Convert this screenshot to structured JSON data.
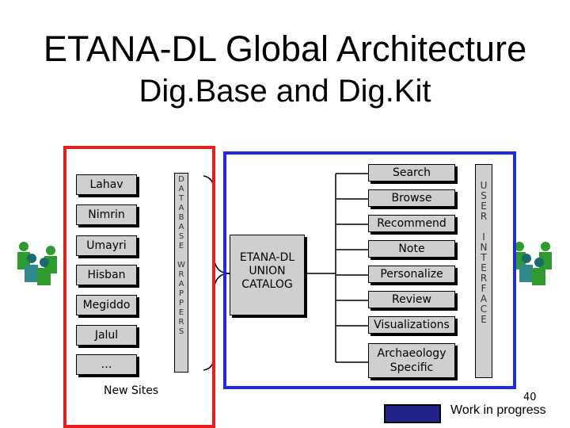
{
  "title": "ETANA-DL  Global Architecture",
  "subtitle": "Dig.Base and Dig.Kit",
  "sites": [
    "Lahav",
    "Nimrin",
    "Umayri",
    "Hisban",
    "Megiddo",
    "Jalul",
    "…"
  ],
  "new_sites_label": "New Sites",
  "data_wrappers": "D\nA\nT\nA\nB\nA\nS\nE\n\nW\nR\nA\nP\nP\nE\nR\nS",
  "union_catalog": "ETANA-DL\nUNION\nCATALOG",
  "functions": [
    "Search",
    "Browse",
    "Recommend",
    "Note",
    "Personalize",
    "Review",
    "Visualizations",
    "Archaeology Specific"
  ],
  "user_interface": "U\nS\nE\nR\n\nI\nN\nT\nE\nR\nF\nA\nC\nE",
  "page_number": "40",
  "legend_label": "Work in progress",
  "colors": {
    "red_frame": "#e61e1e",
    "blue_frame": "#1e28e6",
    "box_fill": "#cfcfcf",
    "legend_box": "#222288",
    "person_green": "#2e9b2e",
    "person_teal": "#2e8a8a"
  }
}
